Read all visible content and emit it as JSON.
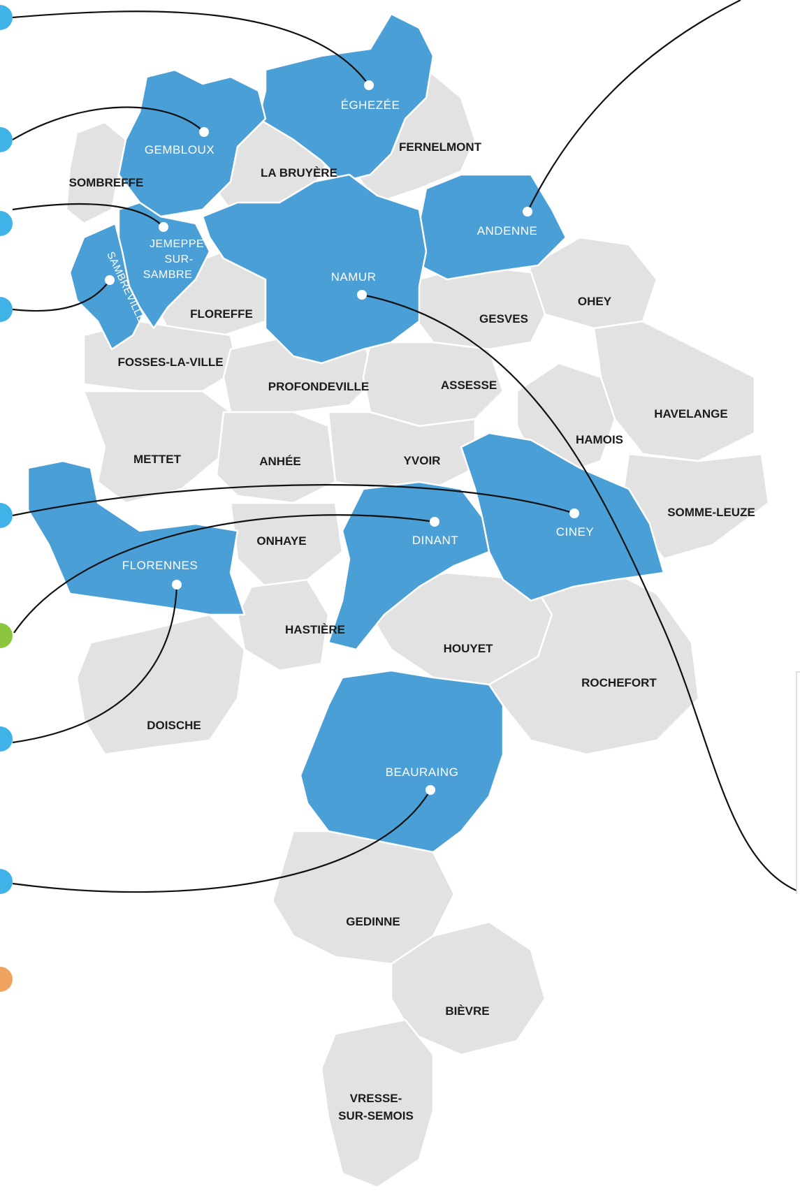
{
  "communes": {
    "eghezee": "ÉGHEZÉE",
    "gembloux": "GEMBLOUX",
    "fernelmont": "FERNELMONT",
    "sombreffe": "SOMBREFFE",
    "la_bruyere": "LA BRUYÈRE",
    "andenne": "ANDENNE",
    "jemeppe_1": "JEMEPPE-",
    "jemeppe_2": "SUR-",
    "jemeppe_3": "SAMBRE",
    "sambreville": "SAMBREVILLE",
    "namur": "NAMUR",
    "ohey": "OHEY",
    "floreffe": "FLOREFFE",
    "gesves": "GESVES",
    "fosses": "FOSSES-LA-VILLE",
    "profondeville": "PROFONDEVILLE",
    "assesse": "ASSESSE",
    "havelange": "HAVELANGE",
    "mettet": "METTET",
    "anhee": "ANHÉE",
    "yvoir": "YVOIR",
    "hamois": "HAMOIS",
    "somme_leuze": "SOMME-LEUZE",
    "ciney": "CINEY",
    "dinant": "DINANT",
    "onhaye": "ONHAYE",
    "florennes": "FLORENNES",
    "hastiere": "HASTIÈRE",
    "houyet": "HOUYET",
    "rochefort": "ROCHEFORT",
    "doische": "DOISCHE",
    "beauraing": "BEAURAING",
    "gedinne": "GEDINNE",
    "bievre": "BIÈVRE",
    "vresse_1": "VRESSE-",
    "vresse_2": "SUR-SEMOIS"
  },
  "colors": {
    "highlight": "#4a9fd6",
    "other": "#e2e2e2",
    "badge_blue": "#3fb3e8",
    "badge_green": "#8cc63f",
    "badge_orange": "#f0a35e"
  }
}
